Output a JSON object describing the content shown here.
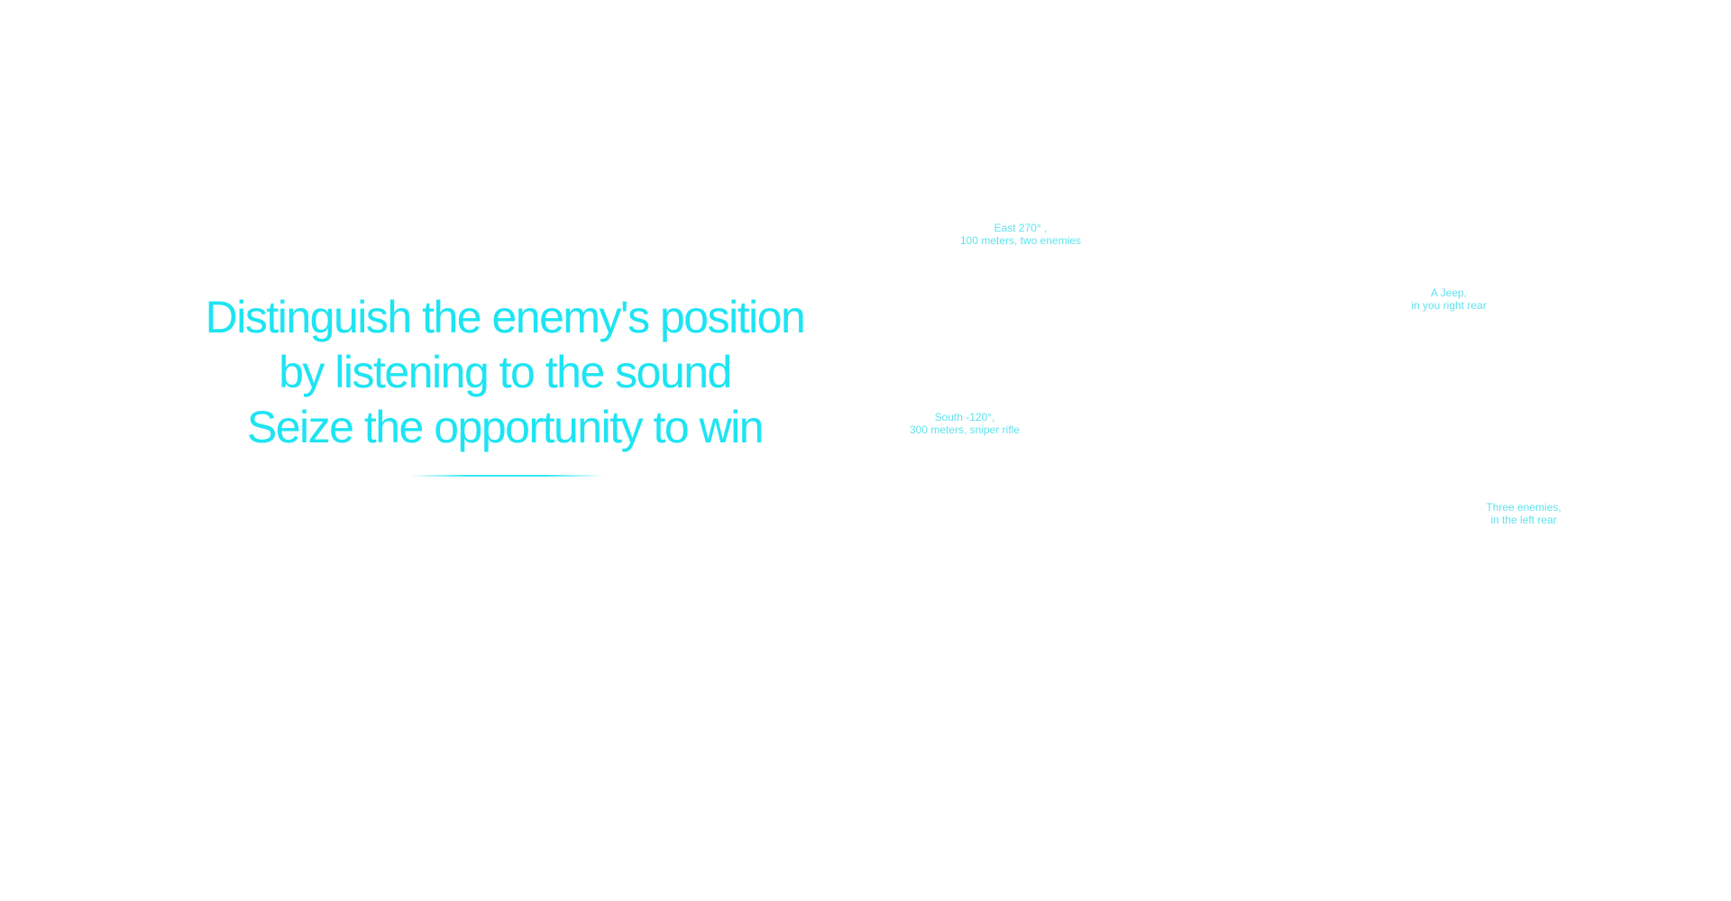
{
  "headline": {
    "line1": "Distinguish the enemy's position",
    "line2": "by listening to the sound",
    "line3": "Seize the opportunity to win"
  },
  "colors": {
    "accent": "#1ee4f2",
    "callout": "#5fe3ee",
    "background": "#ffffff"
  },
  "callouts": [
    {
      "line1": "East 270° ,",
      "line2": "100 meters,  two enemies"
    },
    {
      "line1": "A Jeep,",
      "line2": "in you right rear"
    },
    {
      "line1": "South -120°,",
      "line2": "300 meters,  sniper rifle"
    },
    {
      "line1": "Three enemies,",
      "line2": "in the left rear"
    }
  ]
}
